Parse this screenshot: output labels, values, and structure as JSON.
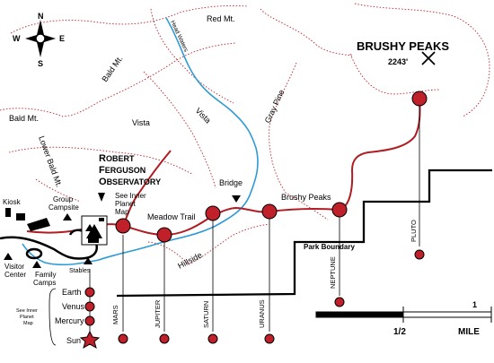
{
  "compass": {
    "n": "N",
    "s": "S",
    "e": "E",
    "w": "W"
  },
  "peak": {
    "name": "BRUSHY PEAKS",
    "elevation": "2243'"
  },
  "places": {
    "red_mt": "Red Mt.",
    "head_waters": "Head Waters",
    "bald_mt_upper": "Bald Mt.",
    "bald_mt": "Bald Mt.",
    "vista_area": "Vista",
    "vista_trail": "Vista",
    "gray_pine": "Gray Pine",
    "lower_bald_mt": "Lower Bald Mt.",
    "bridge": "Bridge",
    "brushy_peaks_trail": "Brushy Peaks",
    "meadow_trail": "Meadow Trail",
    "park_boundary": "Park Boundary",
    "hillside": "Hillside",
    "kiosk": "Kiosk",
    "group_campsite_1": "Group",
    "group_campsite_2": "Campsite",
    "visitor_center_1": "Visitor",
    "visitor_center_2": "Center",
    "family_camps_1": "Family",
    "family_camps_2": "Camps",
    "stables": "Stables",
    "see_inner_1": "See Inner",
    "see_inner_2": "Planet",
    "see_inner_3": "Map"
  },
  "observatory": {
    "l1_first": "R",
    "l1_rest": "OBERT",
    "l2_first": "F",
    "l2_rest": "ERGUSON",
    "l3_first": "O",
    "l3_rest": "BSERVATORY"
  },
  "inner_planets": {
    "earth": "Earth",
    "venus": "Venus",
    "mercury": "Mercury",
    "sun": "Sun"
  },
  "inner_note": [
    "See Inner",
    "Planet",
    "Map"
  ],
  "outer_planets": {
    "mars": "MARS",
    "jupiter": "JUPITER",
    "saturn": "SATURN",
    "uranus": "URANUS",
    "neptune": "NEPTUNE",
    "pluto": "PLUTO"
  },
  "scale": {
    "one": "1",
    "half": "1/2",
    "mile": "MILE"
  },
  "colors": {
    "trail": "#b01c22",
    "planet": "#c0202a",
    "creek": "#2e9bd6",
    "ridge": "#c0202a"
  }
}
